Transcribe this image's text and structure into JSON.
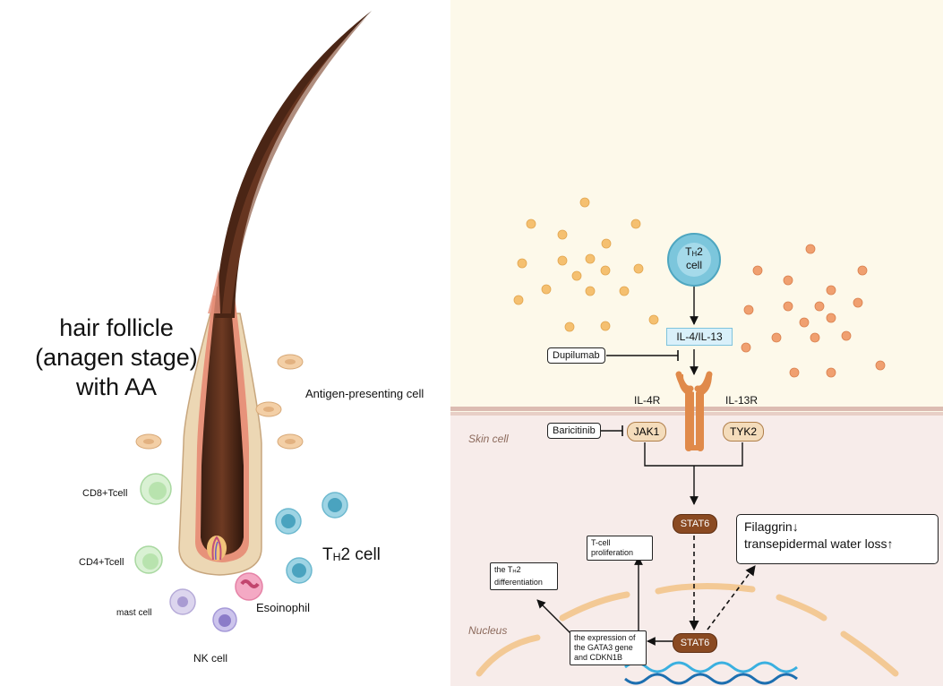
{
  "follicle": {
    "title_line1": "hair follicle",
    "title_line2": "(anagen stage)",
    "title_line3": "with AA"
  },
  "cells": {
    "apc": "Antigen-presenting cell",
    "cd8": "CD8+Tcell",
    "cd4": "CD4+Tcell",
    "th2_prefix": "T",
    "th2_sub": "H",
    "th2_suffix": "2 cell",
    "mast": "mast cell",
    "eosinophil": "Esoinophil",
    "nk": "NK cell"
  },
  "pathway": {
    "th2_node_t": "T",
    "th2_node_sub": "H",
    "th2_node_2": "2",
    "th2_node_cell": "cell",
    "cytokine": "IL-4/IL-13",
    "dupilumab": "Dupilumab",
    "il4r": "IL-4R",
    "il13r": "IL-13R",
    "baricitinib": "Baricitinib",
    "jak1": "JAK1",
    "tyk2": "TYK2",
    "stat6_cyto": "STAT6",
    "stat6_nuc": "STAT6",
    "skin_cell": "Skin cell",
    "nucleus": "Nucleus",
    "tcell_prolif_1": "T-cell",
    "tcell_prolif_2": "proliferation",
    "th2_diff_pre": "the T",
    "th2_diff_sub": "H",
    "th2_diff_post": "2",
    "th2_diff_2": "differentiation",
    "gata3_1": "the expression of",
    "gata3_2": "the GATA3 gene",
    "gata3_3": "and CDKN1B",
    "filaggrin": "Filaggrin↓",
    "water_loss": "transepidermal water loss↑"
  },
  "colors": {
    "bg_extracellular": "#fdf9ea",
    "bg_cell": "#f7ecea",
    "membrane": "#d8b8ae",
    "jak_fill": "#f4dcbb",
    "stat6_fill": "#8a4a22",
    "cytokine_fill": "#d9f0fa",
    "receptor": "#e08a4a",
    "th2_cell": "#7cc6dc",
    "dot_yellow": "#f5c070",
    "dot_orange": "#f0a070",
    "dna": "#3ab0e0"
  }
}
